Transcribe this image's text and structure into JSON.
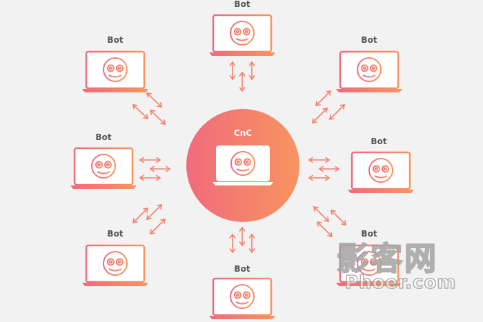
{
  "diagram": {
    "hub_label": "CnC",
    "bot_label": "Bot",
    "bot_count": 8
  },
  "colors": {
    "background": "#f2f2f2",
    "gradient_start": "#f06b7c",
    "gradient_end": "#f89460",
    "screen": "#ffffff",
    "label": "#555555"
  },
  "watermark": {
    "chinese_text": "影客网",
    "domain_text": "Phoer.com"
  }
}
